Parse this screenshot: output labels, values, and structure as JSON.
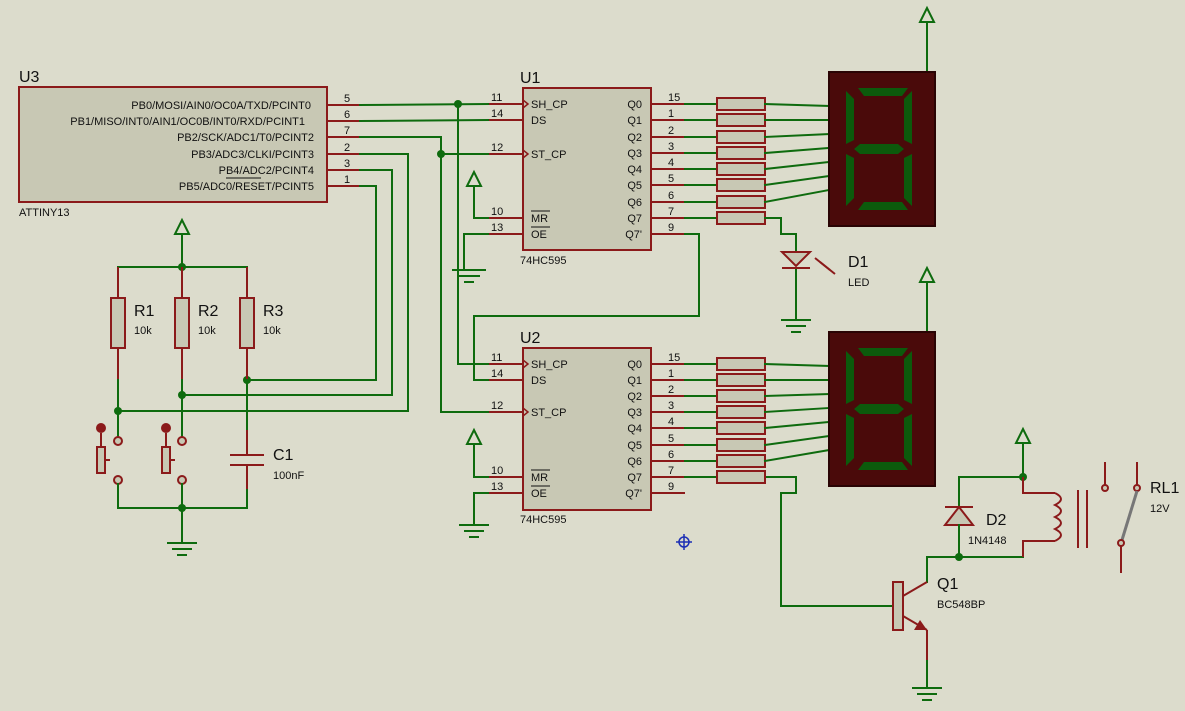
{
  "u3": {
    "ref": "U3",
    "value": "ATTINY13",
    "pins": [
      {
        "num": "5",
        "name": "PB0/MOSI/AIN0/OC0A/TXD/PCINT0"
      },
      {
        "num": "6",
        "name": "PB1/MISO/INT0/AIN1/OC0B/INT0/RXD/PCINT1"
      },
      {
        "num": "7",
        "name": "PB2/SCK/ADC1/T0/PCINT2"
      },
      {
        "num": "2",
        "name": "PB3/ADC3/CLKI/PCINT3"
      },
      {
        "num": "3",
        "name": "PB4/ADC2/PCINT4"
      },
      {
        "num": "1",
        "name": "PB5/ADC0/RESET/PCINT5"
      }
    ]
  },
  "u1": {
    "ref": "U1",
    "value": "74HC595",
    "left_pins": [
      {
        "num": "11",
        "name": "SH_CP"
      },
      {
        "num": "14",
        "name": "DS"
      },
      {
        "num": "12",
        "name": "ST_CP"
      },
      {
        "num": "10",
        "name": "MR"
      },
      {
        "num": "13",
        "name": "OE"
      }
    ],
    "right_pins": [
      {
        "num": "15",
        "name": "Q0"
      },
      {
        "num": "1",
        "name": "Q1"
      },
      {
        "num": "2",
        "name": "Q2"
      },
      {
        "num": "3",
        "name": "Q3"
      },
      {
        "num": "4",
        "name": "Q4"
      },
      {
        "num": "5",
        "name": "Q5"
      },
      {
        "num": "6",
        "name": "Q6"
      },
      {
        "num": "7",
        "name": "Q7"
      },
      {
        "num": "9",
        "name": "Q7'"
      }
    ]
  },
  "u2": {
    "ref": "U2",
    "value": "74HC595",
    "left_pins": [
      {
        "num": "11",
        "name": "SH_CP"
      },
      {
        "num": "14",
        "name": "DS"
      },
      {
        "num": "12",
        "name": "ST_CP"
      },
      {
        "num": "10",
        "name": "MR"
      },
      {
        "num": "13",
        "name": "OE"
      }
    ],
    "right_pins": [
      {
        "num": "15",
        "name": "Q0"
      },
      {
        "num": "1",
        "name": "Q1"
      },
      {
        "num": "2",
        "name": "Q2"
      },
      {
        "num": "3",
        "name": "Q3"
      },
      {
        "num": "4",
        "name": "Q4"
      },
      {
        "num": "5",
        "name": "Q5"
      },
      {
        "num": "6",
        "name": "Q6"
      },
      {
        "num": "7",
        "name": "Q7"
      },
      {
        "num": "9",
        "name": "Q7'"
      }
    ]
  },
  "r1": {
    "ref": "R1",
    "value": "10k"
  },
  "r2": {
    "ref": "R2",
    "value": "10k"
  },
  "r3": {
    "ref": "R3",
    "value": "10k"
  },
  "c1": {
    "ref": "C1",
    "value": "100nF"
  },
  "d1": {
    "ref": "D1",
    "value": "LED"
  },
  "d2": {
    "ref": "D2",
    "value": "1N4148"
  },
  "q1": {
    "ref": "Q1",
    "value": "BC548BP"
  },
  "rl1": {
    "ref": "RL1",
    "value": "12V"
  },
  "colors": {
    "wire": "#0e6b0e",
    "component": "#8b1a1a",
    "display_bg": "#4a0a0a",
    "background": "#dcdccc"
  }
}
